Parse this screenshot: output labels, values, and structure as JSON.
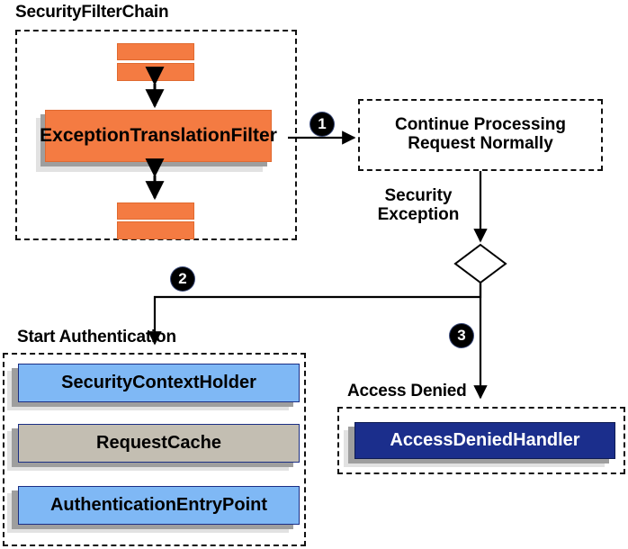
{
  "diagram": {
    "title_note": "Spring Security ExceptionTranslationFilter flow",
    "groups": [
      {
        "id": "security_filter_chain",
        "label": "SecurityFilterChain"
      },
      {
        "id": "start_authentication",
        "label": "Start Authentication"
      },
      {
        "id": "access_denied",
        "label": "Access Denied"
      }
    ],
    "nodes": {
      "exception_translation_filter": "ExceptionTranslationFilter",
      "continue_processing": "Continue Processing\nRequest Normally",
      "security_context_holder": "SecurityContextHolder",
      "request_cache": "RequestCache",
      "authentication_entry_point": "AuthenticationEntryPoint",
      "access_denied_handler": "AccessDeniedHandler"
    },
    "edge_labels": {
      "security_exception": "Security\nException"
    },
    "badges": {
      "one": "1",
      "two": "2",
      "three": "3"
    },
    "colors": {
      "orange_fill": "#F47B42",
      "blue_fill": "#7FB8F5",
      "tan_fill": "#C3BEB2",
      "navy_fill": "#1B2E8C",
      "navy_border": "#1B2E84",
      "shadow_dark": "#9E9E9E",
      "shadow_light": "#E2E2E2",
      "line": "#000000"
    }
  }
}
